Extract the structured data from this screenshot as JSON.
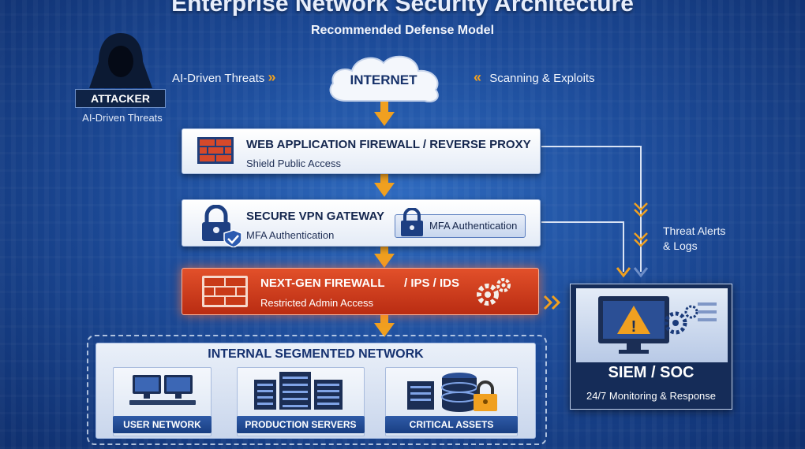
{
  "header": {
    "title": "Enterprise Network Security Architecture",
    "subtitle": "Recommended Defense Model"
  },
  "attacker": {
    "label": "ATTACKER",
    "sublabel": "AI-Driven Threats"
  },
  "internet": {
    "label": "INTERNET",
    "left_threat": "AI-Driven Threats",
    "right_threat": "Scanning & Exploits"
  },
  "layers": {
    "waf": {
      "title": "WEB APPLICATION FIREWALL / REVERSE PROXY",
      "subtitle": "Shield Public Access"
    },
    "vpn": {
      "title": "SECURE VPN GATEWAY",
      "subtitle": "MFA Authentication",
      "badge": "MFA Authentication"
    },
    "ngfw": {
      "title": "NEXT-GEN FIREWALL",
      "title_extra": "/ IPS / IDS",
      "subtitle": "Restricted Admin Access"
    }
  },
  "internal": {
    "title": "INTERNAL SEGMENTED NETWORK",
    "segments": [
      {
        "label": "USER NETWORK",
        "icon": "workstations-icon"
      },
      {
        "label": "PRODUCTION SERVERS",
        "icon": "server-rack-icon"
      },
      {
        "label": "CRITICAL ASSETS",
        "icon": "database-lock-icon"
      }
    ]
  },
  "monitoring": {
    "alerts_label_line1": "Threat Alerts",
    "alerts_label_line2": "& Logs",
    "siem_title": "SIEM / SOC",
    "siem_subtitle": "24/7 Monitoring & Response"
  },
  "colors": {
    "background": "#1d4c9a",
    "accent_orange": "#f0a020",
    "firewall_red": "#c93a18",
    "panel_text": "#14264e"
  }
}
